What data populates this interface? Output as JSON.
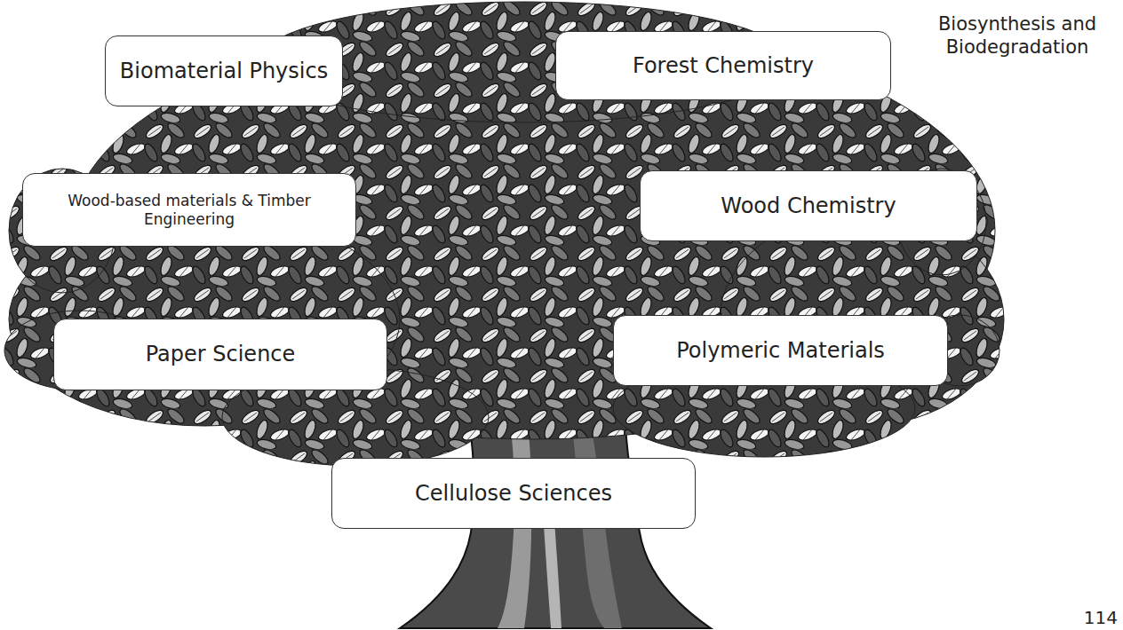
{
  "diagram": {
    "nodes": [
      {
        "text": [
          "Biomaterial Physics"
        ]
      },
      {
        "text": [
          "Forest Chemistry"
        ]
      },
      {
        "text": [
          "Wood-based materials & Timber Engineering"
        ]
      },
      {
        "text": [
          "Wood Chemistry"
        ]
      },
      {
        "text": [
          "Paper Science"
        ]
      },
      {
        "text": [
          "Polymeric Materials"
        ]
      },
      {
        "text": [
          "Cellulose Sciences"
        ]
      }
    ],
    "labels": [
      "Biosynthesis and Biodegradation",
      "114"
    ]
  }
}
